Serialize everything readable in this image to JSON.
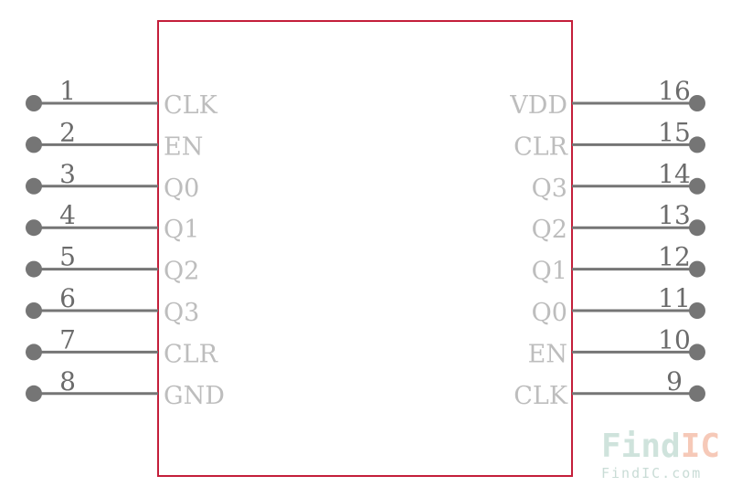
{
  "colors": {
    "body_outline": "#c41e3a",
    "pin_line": "#757575",
    "pin_number": "#6b6b6b",
    "pin_name": "#bdbdbd",
    "watermark_find": "#cfe3dc",
    "watermark_ic": "#f6c9b8",
    "watermark_small": "#c9dcd6"
  },
  "left_pins": [
    {
      "number": "1",
      "name": "CLK"
    },
    {
      "number": "2",
      "name": "EN"
    },
    {
      "number": "3",
      "name": "Q0"
    },
    {
      "number": "4",
      "name": "Q1"
    },
    {
      "number": "5",
      "name": "Q2"
    },
    {
      "number": "6",
      "name": "Q3"
    },
    {
      "number": "7",
      "name": "CLR"
    },
    {
      "number": "8",
      "name": "GND"
    }
  ],
  "right_pins": [
    {
      "number": "16",
      "name": "VDD"
    },
    {
      "number": "15",
      "name": "CLR"
    },
    {
      "number": "14",
      "name": "Q3"
    },
    {
      "number": "13",
      "name": "Q2"
    },
    {
      "number": "12",
      "name": "Q1"
    },
    {
      "number": "11",
      "name": "Q0"
    },
    {
      "number": "10",
      "name": "EN"
    },
    {
      "number": "9",
      "name": "CLK"
    }
  ],
  "watermark": {
    "brand_find": "Find",
    "brand_ic": "IC",
    "url": "FindIC.com"
  }
}
